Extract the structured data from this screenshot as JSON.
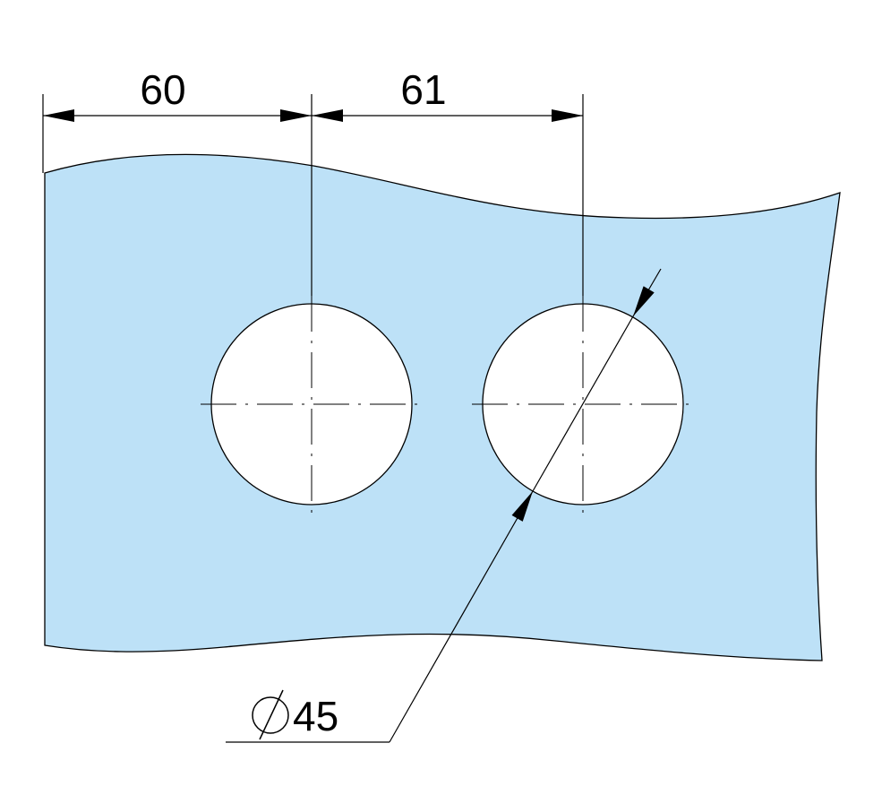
{
  "drawing": {
    "dimensions": {
      "left_distance": "60",
      "hole_spacing": "61",
      "hole_diameter": "45",
      "diameter_symbol": "⌀"
    },
    "colors": {
      "plate_fill": "#bde1f7",
      "line": "#000000",
      "hole_fill": "#ffffff"
    }
  }
}
